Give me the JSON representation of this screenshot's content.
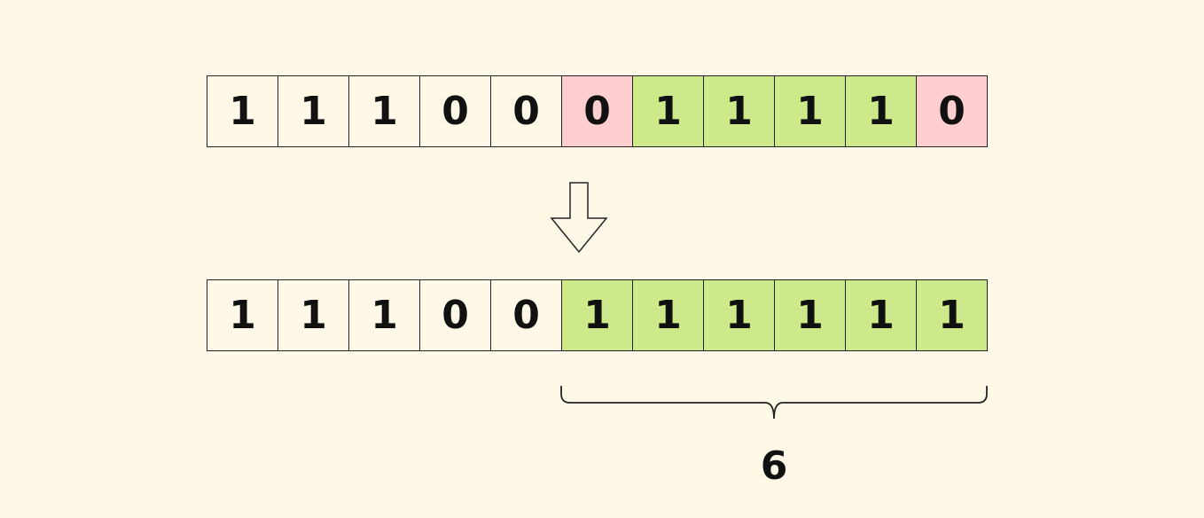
{
  "top_row": [
    {
      "value": "1",
      "state": "plain"
    },
    {
      "value": "1",
      "state": "plain"
    },
    {
      "value": "1",
      "state": "plain"
    },
    {
      "value": "0",
      "state": "plain"
    },
    {
      "value": "0",
      "state": "plain"
    },
    {
      "value": "0",
      "state": "red"
    },
    {
      "value": "1",
      "state": "green"
    },
    {
      "value": "1",
      "state": "green"
    },
    {
      "value": "1",
      "state": "green"
    },
    {
      "value": "1",
      "state": "green"
    },
    {
      "value": "0",
      "state": "red"
    }
  ],
  "bottom_row": [
    {
      "value": "1",
      "state": "plain"
    },
    {
      "value": "1",
      "state": "plain"
    },
    {
      "value": "1",
      "state": "plain"
    },
    {
      "value": "0",
      "state": "plain"
    },
    {
      "value": "0",
      "state": "plain"
    },
    {
      "value": "1",
      "state": "green"
    },
    {
      "value": "1",
      "state": "green"
    },
    {
      "value": "1",
      "state": "green"
    },
    {
      "value": "1",
      "state": "green"
    },
    {
      "value": "1",
      "state": "green"
    },
    {
      "value": "1",
      "state": "green"
    }
  ],
  "count_label": "6",
  "colors": {
    "background": "#fff8e6",
    "flipped_zero": "#ffcfcf",
    "window_one": "#cde98a"
  },
  "icons": {
    "transform_arrow": "down-arrow-icon",
    "span_brace": "curly-brace-icon"
  }
}
